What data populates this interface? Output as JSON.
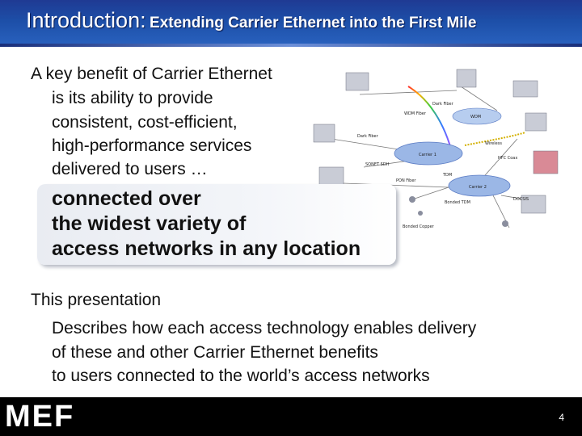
{
  "title": {
    "main": "Introduction:",
    "sub": "Extending Carrier Ethernet into the First Mile"
  },
  "intro": {
    "heading": "A key benefit of Carrier Ethernet",
    "lines": [
      "is its ability to provide",
      "consistent, cost-efficient,",
      "high-performance services",
      "delivered to users …"
    ]
  },
  "callout": {
    "lines": [
      "connected over",
      "the widest variety of",
      "access networks in any location"
    ]
  },
  "presentation": {
    "heading": "This presentation",
    "lines": [
      "Describes how each access technology enables delivery",
      "of these and other Carrier Ethernet benefits",
      "to users connected to the world’s access networks"
    ]
  },
  "diagram": {
    "labels": {
      "carrier1": "Carrier 1",
      "carrier2": "Carrier 2",
      "wdm": "WDM",
      "dark_fiber_1": "Dark Fiber",
      "dark_fiber_2": "Dark Fiber",
      "wdm_fiber": "WDM Fiber",
      "sonet_sdh": "SONET SDH",
      "pon_fiber": "PON Fiber",
      "tdm": "TDM",
      "docsis": "DOCSIS",
      "bonded_tdm": "Bonded TDM",
      "hfc_coax": "HFC Coax",
      "wireless": "Wireless",
      "bonded_copper": "Bonded Copper"
    }
  },
  "footer": {
    "logo": "MEF",
    "page_number": "4"
  }
}
